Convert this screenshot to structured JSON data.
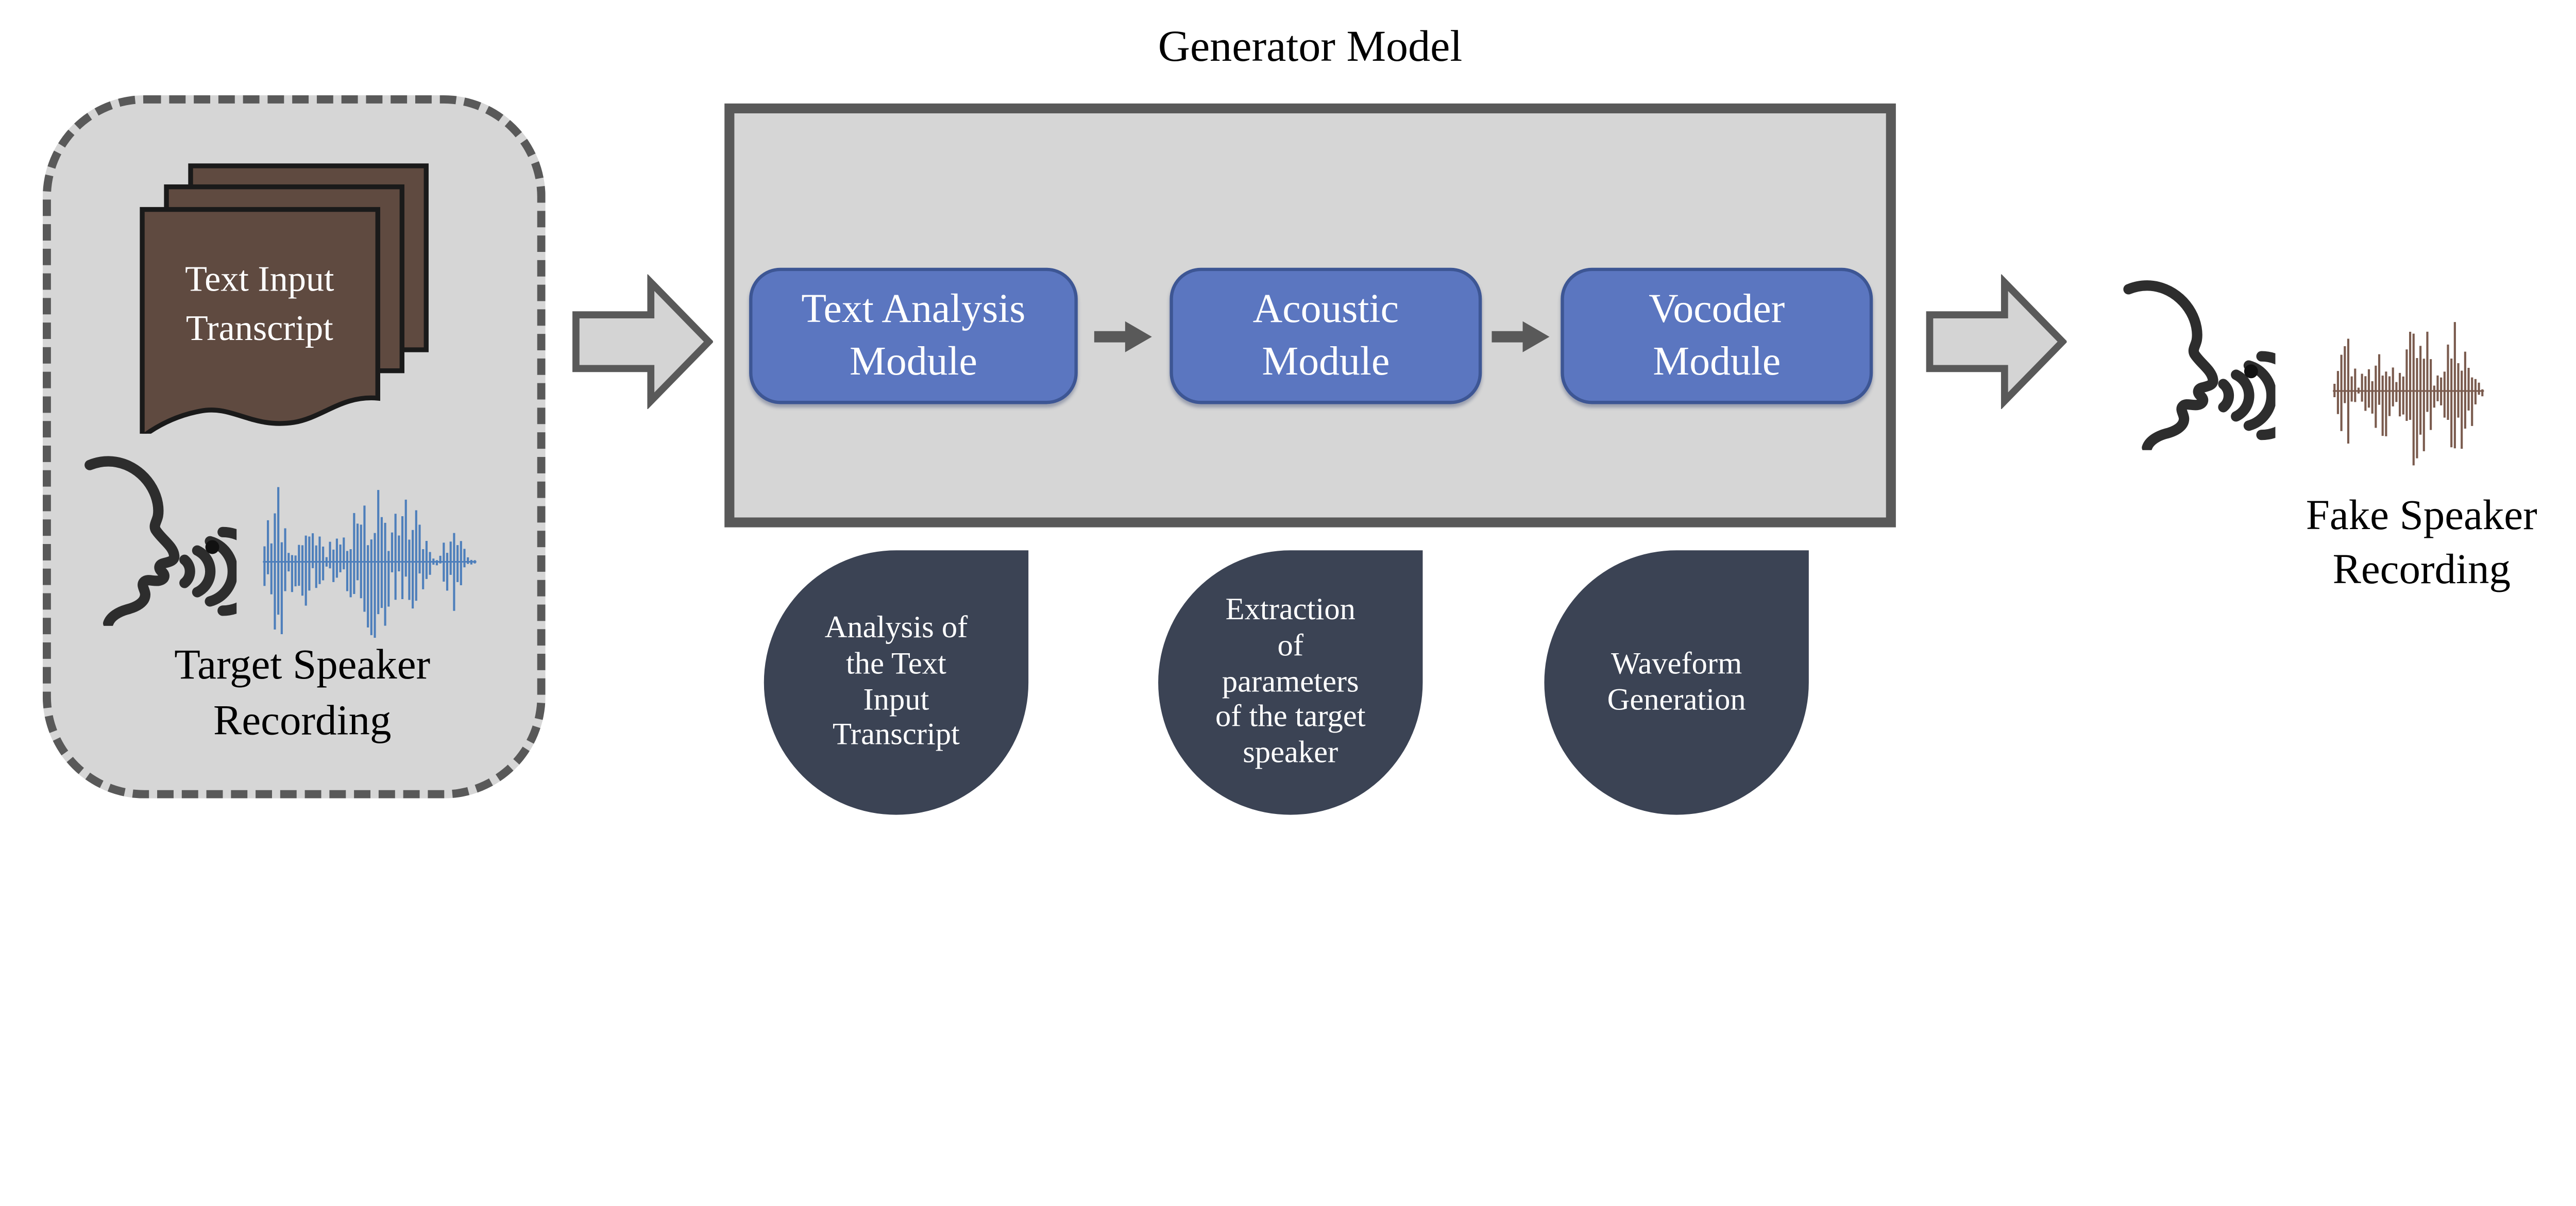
{
  "title": "Generator Model",
  "input_panel": {
    "document_label": "Text Input Transcript",
    "label": "Target Speaker Recording"
  },
  "modules": [
    {
      "label": "Text Analysis Module",
      "label_lines": [
        "Text Analysis",
        "Module"
      ],
      "note": "Analysis of the Text Input Transcript",
      "note_lines": [
        "Analysis of",
        "the Text",
        "Input",
        "Transcript"
      ]
    },
    {
      "label": "Acoustic Module",
      "label_lines": [
        "Acoustic",
        "Module"
      ],
      "note": "Extraction of parameters of the target speaker",
      "note_lines": [
        "Extraction",
        "of",
        "parameters",
        "of the target",
        "speaker"
      ]
    },
    {
      "label": "Vocoder Module",
      "label_lines": [
        "Vocoder",
        "Module"
      ],
      "note": "Waveform Generation",
      "note_lines": [
        "Waveform",
        "Generation"
      ]
    }
  ],
  "output_panel": {
    "label": "Fake Speaker Recording"
  },
  "colors": {
    "background": "#ffffff",
    "panel_fill": "#d6d6d6",
    "panel_border": "#595959",
    "module_fill": "#5b76c0",
    "module_border": "#3d5694",
    "module_text": "#ffffff",
    "callout_fill": "#3b4354",
    "callout_text": "#ffffff",
    "document_fill": "#5f4a40",
    "arrow_fill": "#d4d4d4",
    "arrow_border": "#595959",
    "input_waveform": "#4e7fbb",
    "output_waveform": "#7a5b4e",
    "text": "#000000"
  }
}
